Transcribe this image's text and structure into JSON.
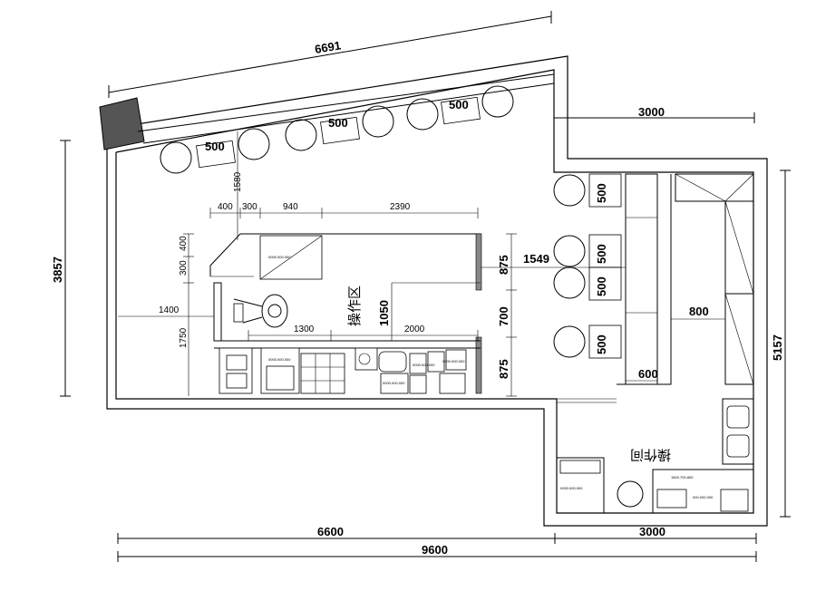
{
  "dimensions": {
    "top_diagonal": "6691",
    "right_upper": "3000",
    "left_height": "3857",
    "right_height": "5157",
    "bottom_left": "6600",
    "bottom_right": "3000",
    "bottom_total": "9600",
    "bar_width": "1580",
    "seg_400": "400",
    "seg_300": "300",
    "seg_940": "940",
    "seg_2390": "2390",
    "vert_400": "400",
    "vert_300": "300",
    "left_1400": "1400",
    "left_1750": "1750",
    "mid_1300": "1300",
    "mid_2000": "2000",
    "mid_1050": "1050",
    "right_875_top": "875",
    "right_700": "700",
    "right_875_bottom": "875",
    "span_1549": "1549",
    "booth_800": "800",
    "booth_600": "600"
  },
  "table_labels": [
    "500",
    "500",
    "500",
    "500",
    "500",
    "500",
    "500"
  ],
  "zones": {
    "operation_area": "操作区",
    "operation_room": "操作间"
  },
  "equipment_text": {
    "cabinet_a": "0000.000.000",
    "cabinet_b": "0000.000.000",
    "cabinet_c": "0000.000.000",
    "cabinet_d": "0000.000.000",
    "cabinet_e": "0000.000.000",
    "cabinet_f": "1500.700.800",
    "cabinet_g": "000.000.000",
    "cabinet_h": "0000.000.000"
  }
}
